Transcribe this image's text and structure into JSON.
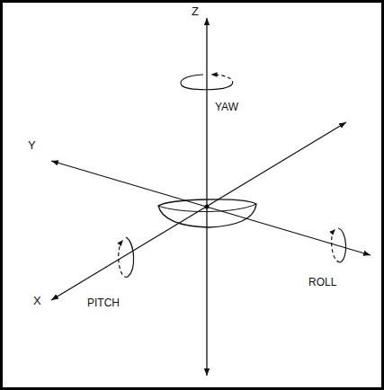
{
  "diagram": {
    "labels": [
      "Z",
      "YAW",
      "Y",
      "X",
      "PITCH",
      "ROLL"
    ]
  }
}
